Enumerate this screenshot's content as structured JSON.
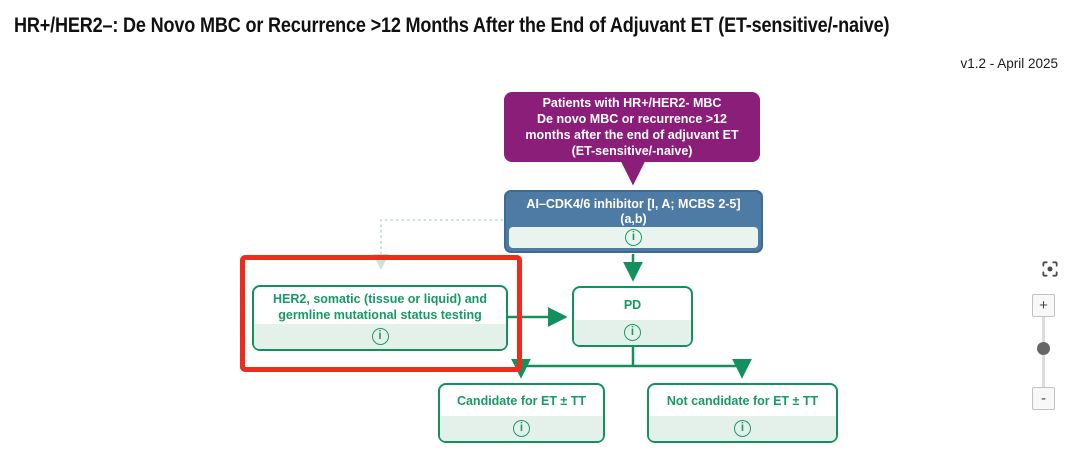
{
  "header": {
    "title": "HR+/HER2–: De Novo MBC or Recurrence >12 Months After the End of Adjuvant ET (ET-sensitive/-naive)",
    "version": "v1.2 - April 2025"
  },
  "flowchart": {
    "patients": {
      "line1": "Patients with HR+/HER2- MBC",
      "line2": "De novo MBC or recurrence >12",
      "line3": "months after the end of adjuvant ET",
      "line4": "(ET-sensitive/-naive)"
    },
    "treatment": {
      "line1": "AI–CDK4/6 inhibitor [I, A; MCBS 2-5]",
      "line2": "(a,b)"
    },
    "testing": {
      "line1": "HER2, somatic (tissue or liquid) and",
      "line2": "germline mutational status testing"
    },
    "pd": {
      "label": "PD"
    },
    "candidate": {
      "label": "Candidate for ET ± TT"
    },
    "not_candidate": {
      "label": "Not candidate for ET ± TT"
    },
    "info_icon_glyph": "i"
  },
  "zoom_controls": {
    "zoom_in": "+",
    "zoom_out": "-"
  },
  "colors": {
    "purple": "#8b1e78",
    "blue_fill": "#4e7ba3",
    "blue_border": "#3d6b97",
    "green_border": "#12915f",
    "green_text": "#179a66",
    "light_green_strip": "#e4f1ea",
    "red_highlight": "#ee2b1c",
    "dotted_connector": "#c5e5d7"
  }
}
